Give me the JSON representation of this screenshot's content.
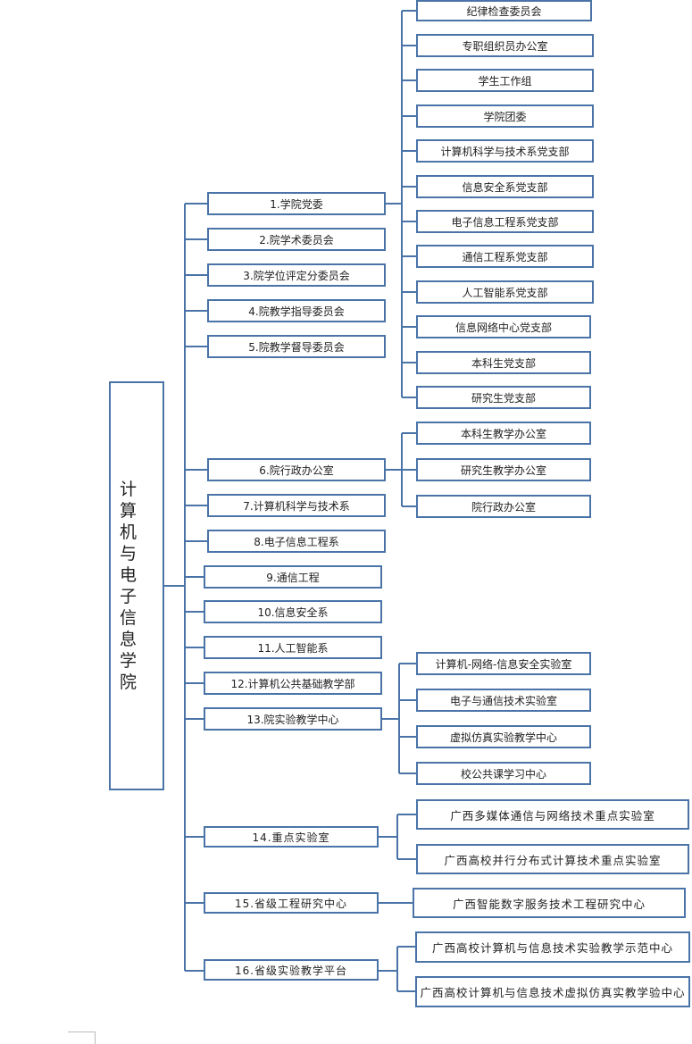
{
  "root": {
    "label": "计算机与电子信息学院"
  },
  "level1": [
    {
      "id": "n1",
      "label": "1.学院党委"
    },
    {
      "id": "n2",
      "label": "2.院学术委员会"
    },
    {
      "id": "n3",
      "label": "3.院学位评定分委员会"
    },
    {
      "id": "n4",
      "label": "4.院教学指导委员会"
    },
    {
      "id": "n5",
      "label": "5.院教学督导委员会"
    },
    {
      "id": "n6",
      "label": "6.院行政办公室"
    },
    {
      "id": "n7",
      "label": "7.计算机科学与技术系"
    },
    {
      "id": "n8",
      "label": "8.电子信息工程系"
    },
    {
      "id": "n9",
      "label": "9.通信工程"
    },
    {
      "id": "n10",
      "label": "10.信息安全系"
    },
    {
      "id": "n11",
      "label": "11.人工智能系"
    },
    {
      "id": "n12",
      "label": "12.计算机公共基础教学部"
    },
    {
      "id": "n13",
      "label": "13.院实验教学中心"
    },
    {
      "id": "n14",
      "label": "14.重点实验室"
    },
    {
      "id": "n15",
      "label": "15.省级工程研究中心"
    },
    {
      "id": "n16",
      "label": "16.省级实验教学平台"
    }
  ],
  "party_units": [
    "纪律检查委员会",
    "专职组织员办公室",
    "学生工作组",
    "学院团委",
    "计算机科学与技术系党支部",
    "信息安全系党支部",
    "电子信息工程系党支部",
    "通信工程系党支部",
    "人工智能系党支部",
    "信息网络中心党支部",
    "本科生党支部",
    "研究生党支部"
  ],
  "admin_units": [
    "本科生教学办公室",
    "研究生教学办公室",
    "院行政办公室"
  ],
  "lab_units": [
    "计算机-网络-信息安全实验室",
    "电子与通信技术实验室",
    "虚拟仿真实验教学中心",
    "校公共课学习中心"
  ],
  "key_labs": [
    "广西多媒体通信与网络技术重点实验室",
    "广西高校并行分布式计算技术重点实验室"
  ],
  "engineering_centers": [
    "广西智能数字服务技术工程研究中心"
  ],
  "teaching_platforms": [
    "广西高校计算机与信息技术实验教学示范中心",
    "广西高校计算机与信息技术虚拟仿真实教学验中心"
  ],
  "line_color": "#4a74a8"
}
